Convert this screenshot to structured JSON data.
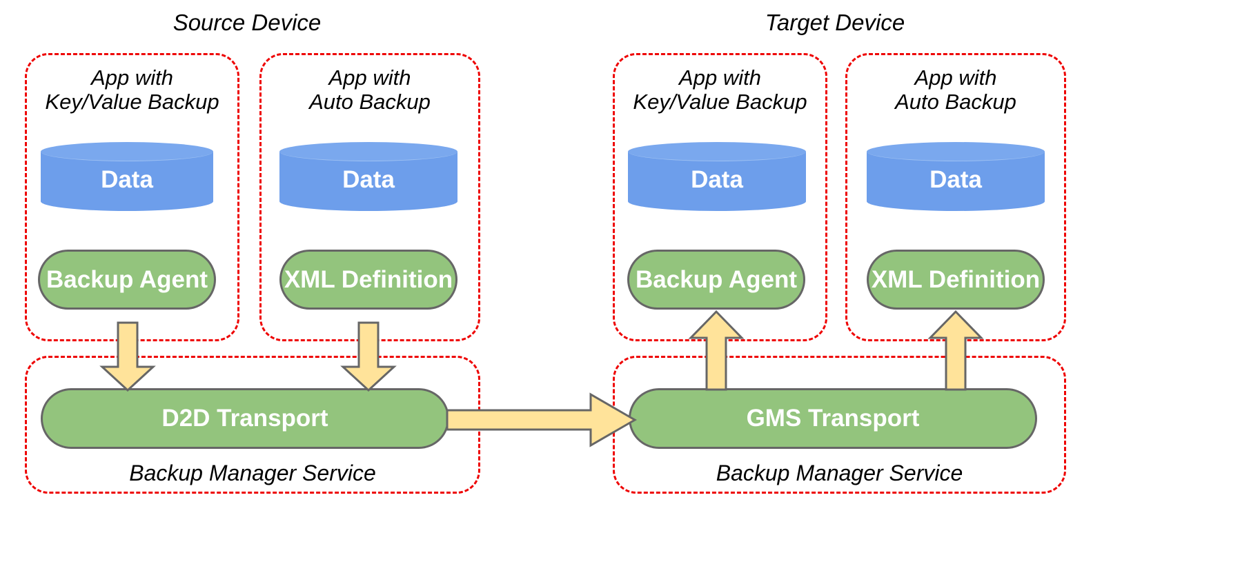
{
  "diagram": {
    "title_source": "Source Device",
    "title_target": "Target Device",
    "colors": {
      "dashed_border": "#ee0000",
      "cylinder_fill": "#6d9eeb",
      "pill_fill": "#93c47d",
      "pill_stroke": "#666666",
      "arrow_fill": "#ffe39a",
      "arrow_stroke": "#666666",
      "text_on_fill": "#ffffff",
      "text_plain": "#000000",
      "background": "#ffffff"
    },
    "devices": [
      {
        "name": "Source Device",
        "apps": [
          {
            "label": "App with\nKey/Value Backup",
            "data_label": "Data",
            "component_label": "Backup Agent"
          },
          {
            "label": "App with\nAuto Backup",
            "data_label": "Data",
            "component_label": "XML Definition"
          }
        ],
        "service": {
          "transport_label": "D2D Transport",
          "service_label": "Backup Manager Service"
        }
      },
      {
        "name": "Target Device",
        "apps": [
          {
            "label": "App with\nKey/Value Backup",
            "data_label": "Data",
            "component_label": "Backup Agent"
          },
          {
            "label": "App with\nAuto Backup",
            "data_label": "Data",
            "component_label": "XML Definition"
          }
        ],
        "service": {
          "transport_label": "GMS Transport",
          "service_label": "Backup Manager Service"
        }
      }
    ],
    "arrows": [
      {
        "name": "source-kv-agent-to-d2d",
        "direction": "down"
      },
      {
        "name": "source-auto-xml-to-d2d",
        "direction": "down"
      },
      {
        "name": "d2d-to-gms",
        "direction": "right"
      },
      {
        "name": "gms-to-target-kv-agent",
        "direction": "up"
      },
      {
        "name": "gms-to-target-auto-xml",
        "direction": "up"
      }
    ]
  }
}
